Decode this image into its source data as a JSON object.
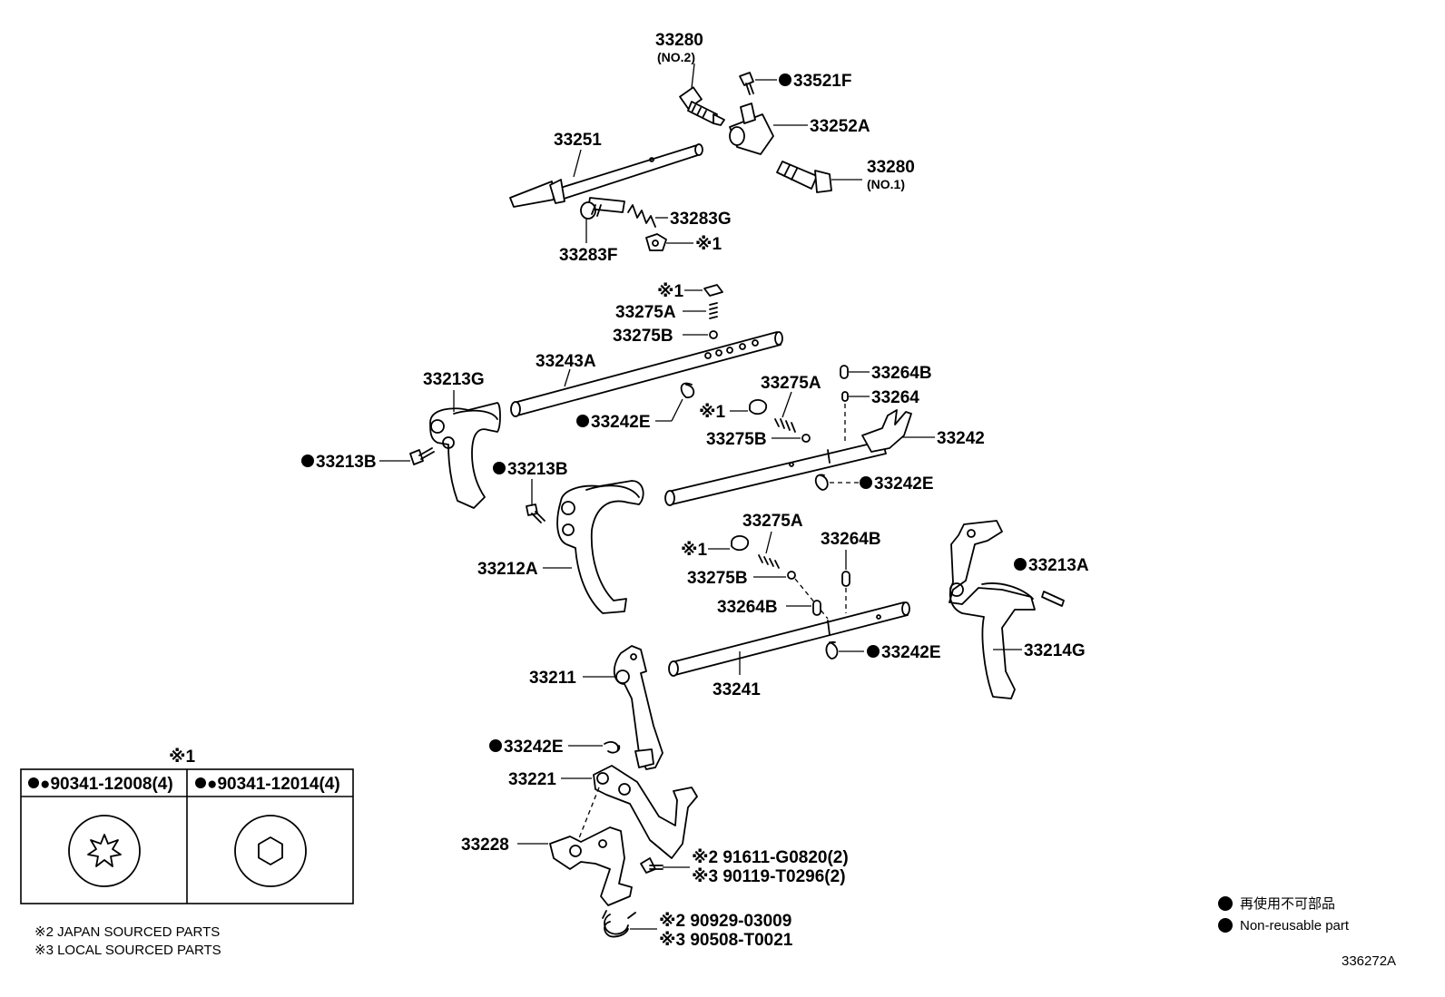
{
  "parts": {
    "p33280_no2": "33280",
    "p33280_no2_sub": "(NO.2)",
    "p33521F": "33521F",
    "p33252A": "33252A",
    "p33251": "33251",
    "p33280_no1": "33280",
    "p33280_no1_sub": "(NO.1)",
    "p33283G": "33283G",
    "p33283F": "33283F",
    "p_ref1_a": "※1",
    "p_ref1_b": "※1",
    "p33275A_a": "33275A",
    "p33275B_a": "33275B",
    "p33243A": "33243A",
    "p33213G": "33213G",
    "p33264B_a": "33264B",
    "p33264": "33264",
    "p33275A_b": "33275A",
    "p33242E_a": "33242E",
    "p_ref1_c": "※1",
    "p33275B_b": "33275B",
    "p33242": "33242",
    "p33213B_a": "33213B",
    "p33213B_b": "33213B",
    "p33242E_b": "33242E",
    "p33275A_c": "33275A",
    "p33264B_b": "33264B",
    "p_ref1_d": "※1",
    "p33213A": "33213A",
    "p33212A": "33212A",
    "p33275B_c": "33275B",
    "p33264B_c": "33264B",
    "p33242E_c": "33242E",
    "p33214G": "33214G",
    "p33211": "33211",
    "p33241": "33241",
    "p33242E_d": "33242E",
    "p33221": "33221",
    "p33228": "33228",
    "p91611": "※2  91611-G0820(2)",
    "p90119": "※3  90119-T0296(2)",
    "p90929": "※2 90929-03009",
    "p90508": "※3 90508-T0021"
  },
  "inset": {
    "title": "※1",
    "left_label": "●90341-12008(4)",
    "right_label": "●90341-12014(4)"
  },
  "notes": {
    "japan": "※2 JAPAN SOURCED PARTS",
    "local": "※3 LOCAL SOURCED PARTS"
  },
  "legend": {
    "jp": "再使用不可部品",
    "en": "Non-reusable part"
  },
  "figure_id": "336272A"
}
